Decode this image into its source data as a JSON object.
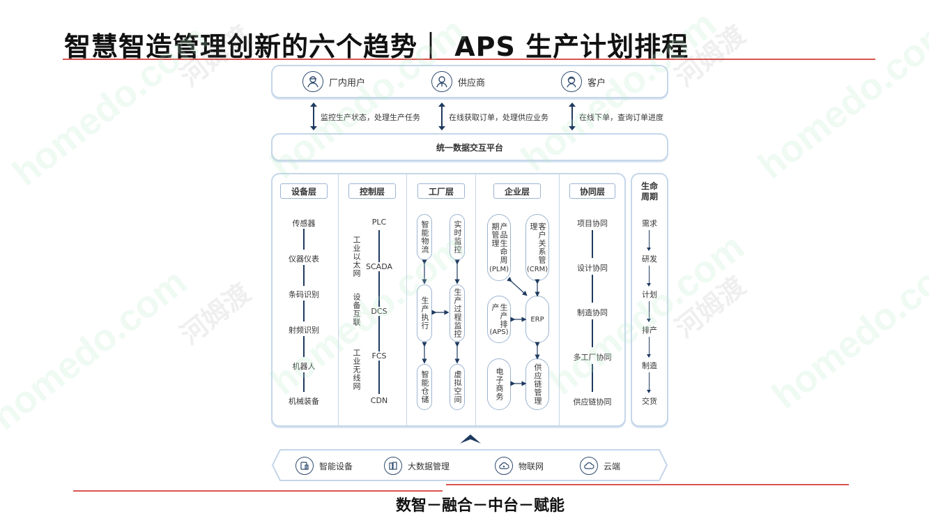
{
  "title": "智慧智造管理创新的六个趋势｜ APS 生产计划排程",
  "users": [
    {
      "label": "厂内用户",
      "icon": "worker-avatar-icon"
    },
    {
      "label": "供应商",
      "icon": "supplier-avatar-icon"
    },
    {
      "label": "客户",
      "icon": "customer-avatar-icon"
    }
  ],
  "interactions": [
    "监控生产状态，处理生产任务",
    "在线获取订单，处理供应业务",
    "在线下单，查询订单进度"
  ],
  "platform": "统一数据交互平台",
  "layers": {
    "device": {
      "title": "设备层",
      "items": [
        "传感器",
        "仪器仪表",
        "条码识别",
        "射频识别",
        "机器人",
        "机械装备"
      ]
    },
    "control": {
      "title": "控制层",
      "items": [
        "PLC",
        "SCADA",
        "DCS",
        "FCS",
        "CDN"
      ],
      "networks": [
        "工业以太网",
        "设备互联",
        "工业无线网"
      ]
    },
    "factory": {
      "title": "工厂层",
      "items": [
        "智能物流",
        "实时监控",
        "生产执行",
        "生产过程监控",
        "智能仓储",
        "虚拟空间"
      ]
    },
    "enterprise": {
      "title": "企业层",
      "plm": "产品生命周期管理",
      "plm_abbr": "(PLM)",
      "crm": "客户关系管理",
      "crm_abbr": "(CRM)",
      "aps": "生产排产",
      "aps_abbr": "(APS)",
      "erp": "ERP",
      "ecommerce": "电子商务",
      "scm": "供应链管理"
    },
    "collab": {
      "title": "协同层",
      "items": [
        "项目协同",
        "设计协同",
        "制造协同",
        "多工厂协同",
        "供应链协同"
      ]
    }
  },
  "lifecycle": {
    "title": "生命周期",
    "items": [
      "需求",
      "研发",
      "计划",
      "排产",
      "制造",
      "交货"
    ]
  },
  "bottom": [
    {
      "label": "智能设备",
      "icon": "smart-device-icon"
    },
    {
      "label": "大数据管理",
      "icon": "big-data-icon"
    },
    {
      "label": "物联网",
      "icon": "iot-cloud-icon"
    },
    {
      "label": "云端",
      "icon": "cloud-icon"
    }
  ],
  "footer": "数智－融合－中台－赋能",
  "watermark": "homedo.com",
  "watermark_cn": "河姆渡",
  "colors": {
    "accent_red": "#d9534f",
    "navy": "#1e3a5f",
    "panel_border": "#c5d6ea"
  }
}
